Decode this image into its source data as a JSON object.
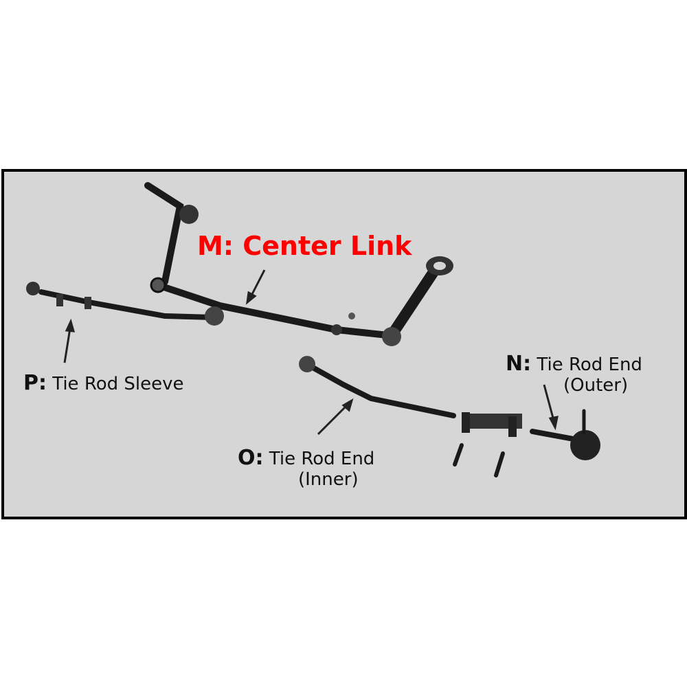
{
  "title": {
    "letter": "M:",
    "text": "Center Link",
    "color": "#ff0000"
  },
  "labels": {
    "p": {
      "letter": "P:",
      "text": "Tie Rod Sleeve"
    },
    "n": {
      "letter": "N:",
      "text": "Tie Rod End",
      "sub": "(Outer)"
    },
    "o": {
      "letter": "O:",
      "text": "Tie Rod End",
      "sub": "(Inner)"
    }
  }
}
